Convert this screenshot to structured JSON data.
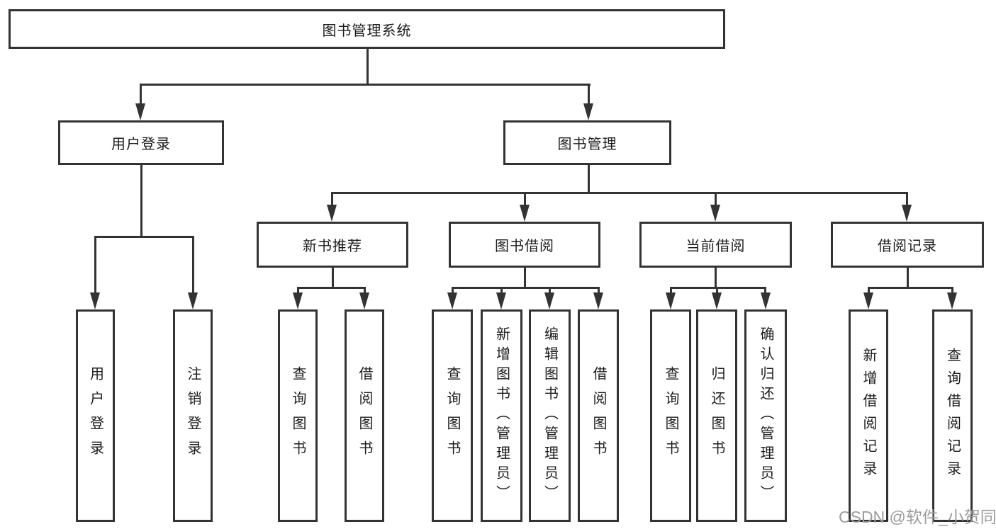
{
  "diagram_title": "图书管理系统",
  "nodes": {
    "root": "图书管理系统",
    "user_login": "用户登录",
    "book_mgmt": "图书管理",
    "new_book_rec": "新书推荐",
    "book_borrow": "图书借阅",
    "current_borrow": "当前借阅",
    "borrow_record": "借阅记录",
    "leaf_user_login": "用户登录",
    "leaf_logout": "注销登录",
    "leaf_nbr_query": "查询图书",
    "leaf_nbr_borrow": "借阅图书",
    "leaf_bb_query": "查询图书",
    "leaf_bb_add": "新增图书（管理员）",
    "leaf_bb_edit": "编辑图书（管理员）",
    "leaf_bb_borrow": "借阅图书",
    "leaf_cb_query": "查询图书",
    "leaf_cb_return": "归还图书",
    "leaf_cb_confirm": "确认归还（管理员）",
    "leaf_br_add": "新增借阅记录",
    "leaf_br_query": "查询借阅记录"
  },
  "hierarchy": {
    "label": "图书管理系统",
    "children": [
      {
        "label": "用户登录",
        "children": [
          {
            "label": "用户登录"
          },
          {
            "label": "注销登录"
          }
        ]
      },
      {
        "label": "图书管理",
        "children": [
          {
            "label": "新书推荐",
            "children": [
              {
                "label": "查询图书"
              },
              {
                "label": "借阅图书"
              }
            ]
          },
          {
            "label": "图书借阅",
            "children": [
              {
                "label": "查询图书"
              },
              {
                "label": "新增图书（管理员）"
              },
              {
                "label": "编辑图书（管理员）"
              },
              {
                "label": "借阅图书"
              }
            ]
          },
          {
            "label": "当前借阅",
            "children": [
              {
                "label": "查询图书"
              },
              {
                "label": "归还图书"
              },
              {
                "label": "确认归还（管理员）"
              }
            ]
          },
          {
            "label": "借阅记录",
            "children": [
              {
                "label": "新增借阅记录"
              },
              {
                "label": "查询借阅记录"
              }
            ]
          }
        ]
      }
    ]
  },
  "watermark": {
    "text": "CSDN @软件_小贺同学",
    "color": "#9c9c9c"
  },
  "colors": {
    "line": "#333333",
    "box_border": "#333333",
    "text": "#1c1c1c",
    "background": "#ffffff"
  }
}
